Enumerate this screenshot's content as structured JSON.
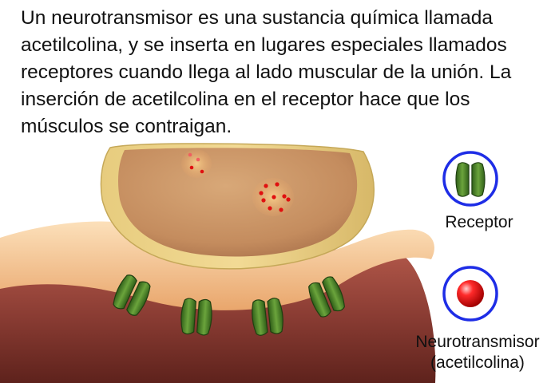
{
  "caption": "Un neurotransmisor es una sustancia química llamada acetilcolina, y se inserta en lugares especiales llamados receptores cuando llega al lado muscular de la unión. La inserción de acetilcolina en el receptor hace que los músculos se contraigan.",
  "legend": {
    "receptor": {
      "label": "Receptor",
      "icon": "receptor-icon"
    },
    "neurotransmitter": {
      "line1": "Neurotransmisor",
      "line2": "(acetilcolina)",
      "icon": "neurotransmitter-icon"
    }
  },
  "colors": {
    "terminal_fill": "#C99060",
    "terminal_outline": "#C8BE68",
    "muscle_dark": "#823A30",
    "muscle_surface": "#F2C28E",
    "receptor_green": "#4F8A2C",
    "neurotransmitter_red": "#E01010",
    "legend_ring": "#1E2DE6"
  }
}
